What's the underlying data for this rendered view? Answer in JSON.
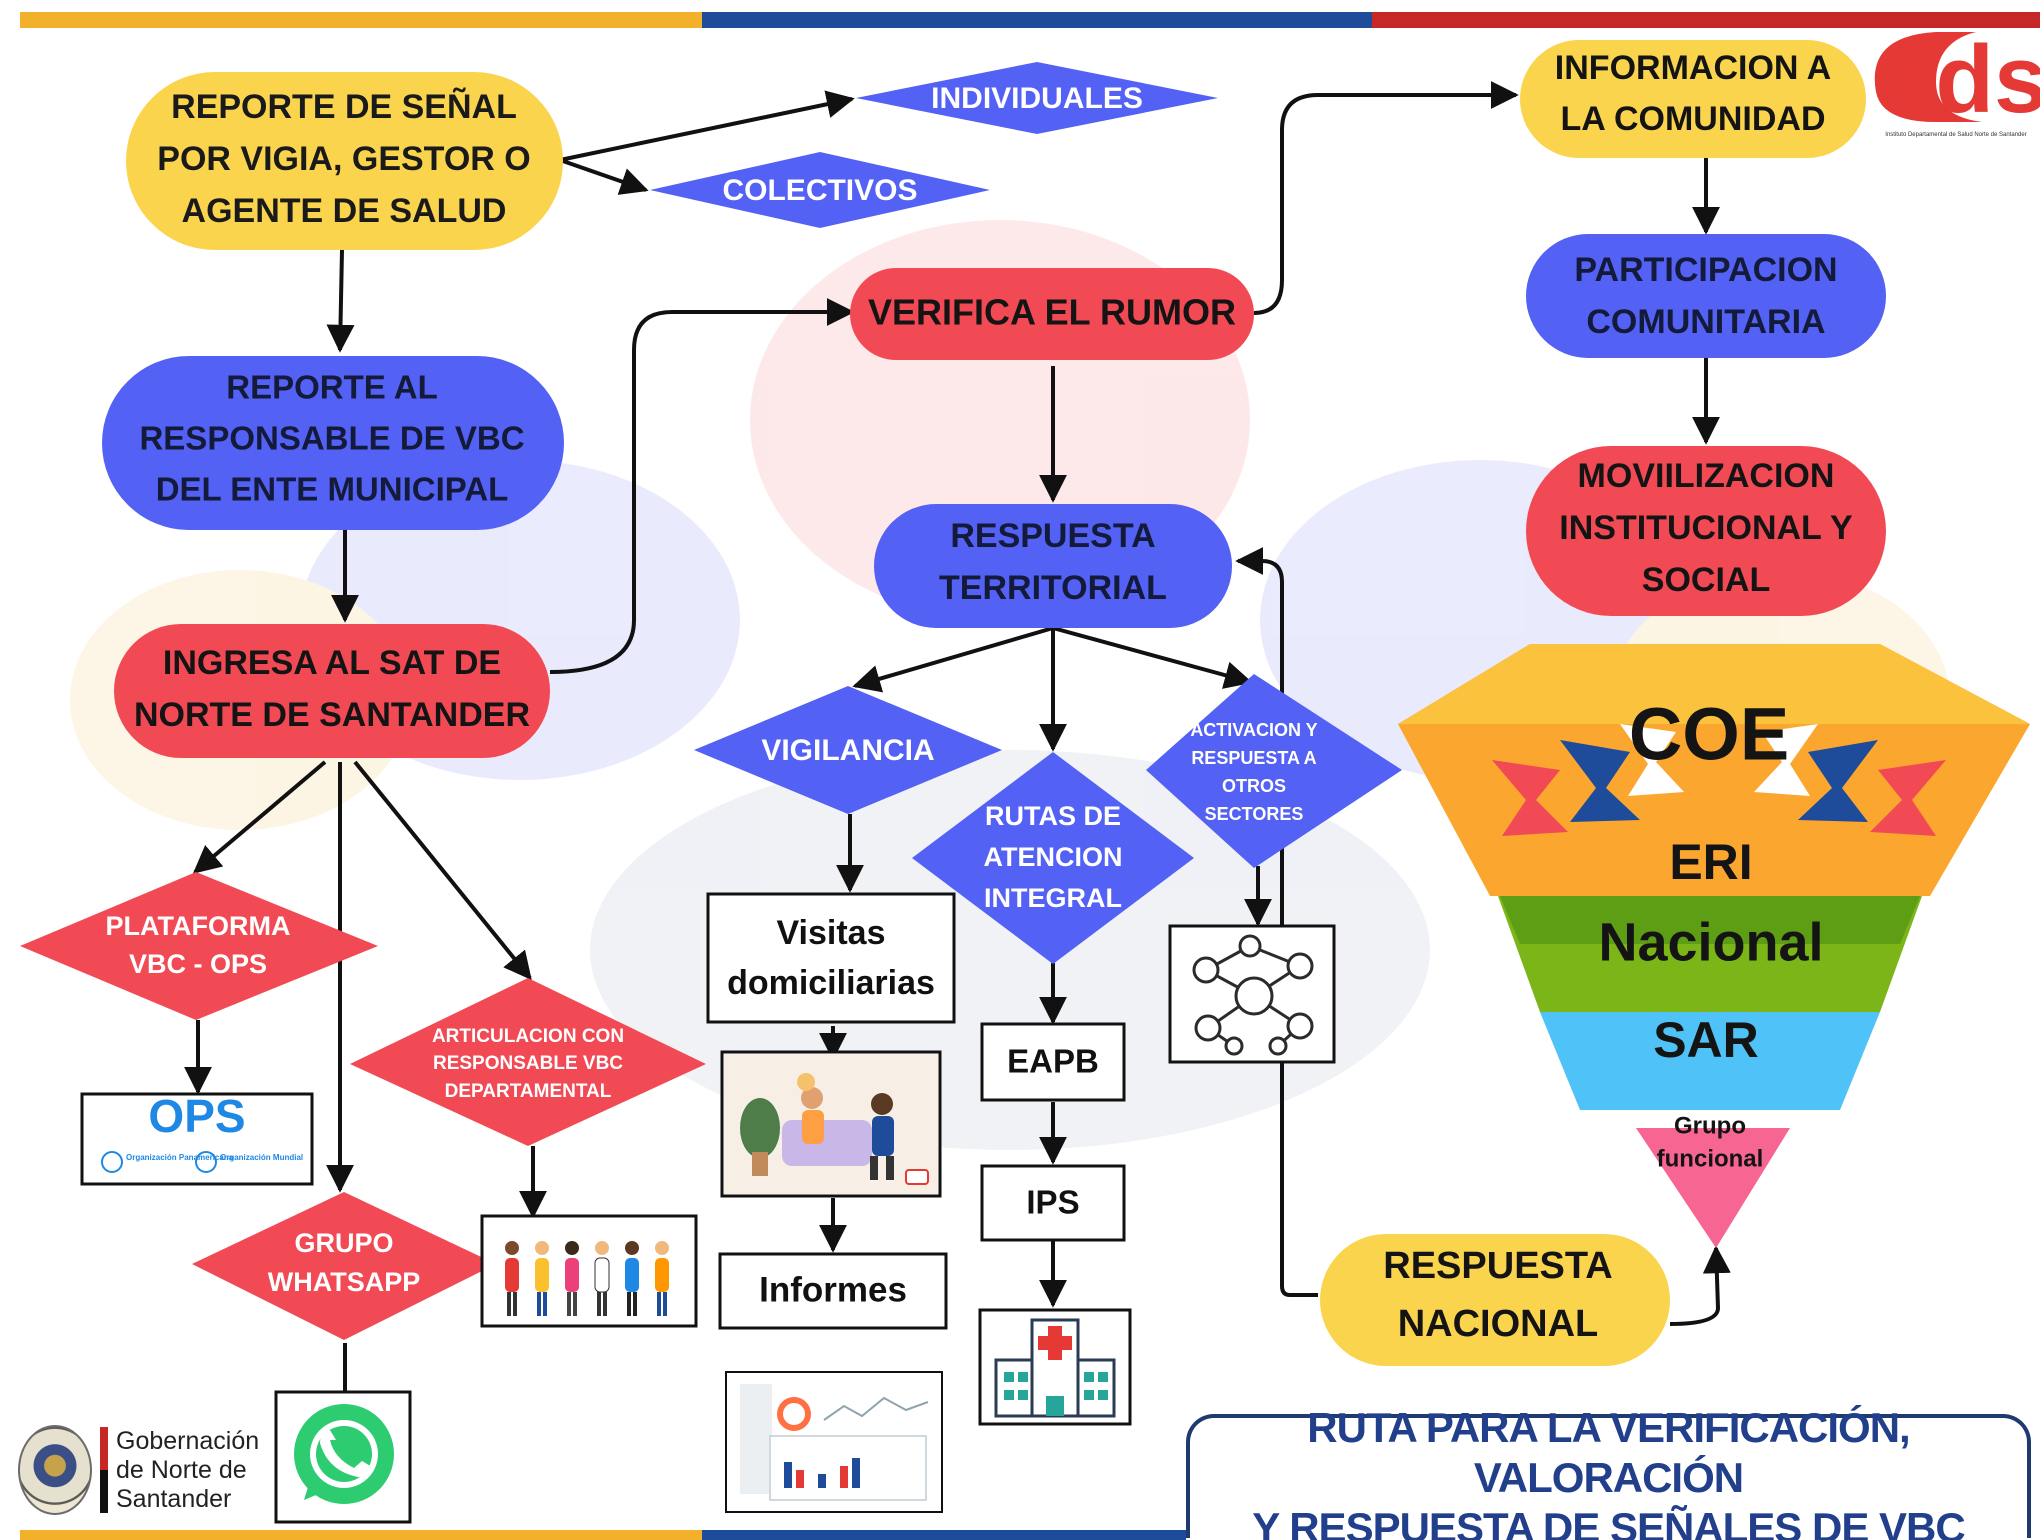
{
  "colors": {
    "yellow": "#FBD44E",
    "blue": "#5361F4",
    "red": "#F14A55",
    "navy_text": "#223F8C",
    "bar_yellow": "#F2B02B",
    "bar_blue": "#1E4B9A",
    "bar_red": "#C62828"
  },
  "nodes": {
    "reporte_senal": "REPORTE DE SEÑAL POR VIGIA, GESTOR O AGENTE DE SALUD",
    "individuales": "INDIVIDUALES",
    "colectivos": "COLECTIVOS",
    "reporte_responsable": "REPORTE AL RESPONSABLE DE VBC DEL ENTE MUNICIPAL",
    "ingresa_sat": "INGRESA AL SAT DE NORTE DE SANTANDER",
    "plataforma": "PLATAFORMA VBC - OPS",
    "grupo_whatsapp": "GRUPO WHATSAPP",
    "articulacion": "ARTICULACION CON RESPONSABLE VBC DEPARTAMENTAL",
    "verifica_rumor": "VERIFICA EL RUMOR",
    "respuesta_territorial": "RESPUESTA TERRITORIAL",
    "vigilancia": "VIGILANCIA",
    "rutas": "RUTAS DE ATENCION INTEGRAL",
    "activacion": "ACTIVACION Y RESPUESTA A OTROS SECTORES",
    "visitas": "Visitas domiciliarias",
    "informes": "Informes",
    "eapb": "EAPB",
    "ips": "IPS",
    "info_comunidad": "INFORMACION A LA COMUNIDAD",
    "participacion": "PARTICIPACION COMUNITARIA",
    "movilizacion": "MOVIILIZACION INSTITUCIONAL Y SOCIAL",
    "respuesta_nacional": "RESPUESTA NACIONAL"
  },
  "pyramid": {
    "coe": "COE",
    "eri": "ERI",
    "nacional": "Nacional",
    "sar": "SAR",
    "grupo": "Grupo",
    "funcional": "funcional"
  },
  "logos": {
    "ops": "OPS",
    "ops_sub1": "Organización Panamericana de la Salud",
    "ops_sub2": "Organización Mundial de la Salud",
    "ids": "ids",
    "ids_sub": "Instituto Departamental de Salud Norte de Santander",
    "gob_line1": "Gobernación",
    "gob_line2": "de Norte de",
    "gob_line3": "Santander"
  },
  "title": {
    "line1": "RUTA PARA LA VERIFICACIÓN, VALORACIÓN",
    "line2": "Y RESPUESTA DE SEÑALES DE VBC"
  },
  "icons": {
    "ops_logo": "ops-logo",
    "people": "people-holding-hands-icon",
    "whatsapp": "whatsapp-icon",
    "home_visit": "home-visit-illustration",
    "report": "report-dashboard-illustration",
    "hospital": "hospital-icon",
    "network": "network-people-icon"
  }
}
